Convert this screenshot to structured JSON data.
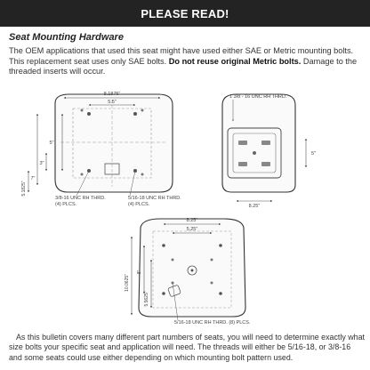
{
  "header": {
    "title": "PLEASE READ!"
  },
  "section": {
    "heading": "Seat Mounting Hardware"
  },
  "intro": {
    "part1": "The OEM applications that used this seat might have used either SAE or Metric mounting bolts. This replacement seat uses only SAE bolts. ",
    "bold": "Do not reuse original Metric bolts.",
    "part2": "  Damage to the threaded inserts will occur."
  },
  "diagram1": {
    "dim_top": "8.1875\"",
    "dim_mid": "5.5\"",
    "dim_left": "5\"",
    "dim_side1": "3\"",
    "dim_side2": "7\"",
    "dim_side3": "5.1825\"",
    "callout_left": "3/8-16 UNC RH THRD.",
    "callout_left_plcs": "(4) PLCS.",
    "callout_right": "5/16-18 UNC RH THRD.",
    "callout_right_plcs": "(4) PLCS."
  },
  "diagram2": {
    "callout": "1 3/8 - 16 UNC RH THRD.",
    "dim_right": "5\"",
    "dim_bottom": "8.25\""
  },
  "diagram3": {
    "dim_top": "8.25\"",
    "dim_mid": "5.25\"",
    "dim_left1": "10.0625\"",
    "dim_left2": "8\"",
    "dim_left3": "5.5625\"",
    "callout": "5/16-18 UNC RH THRD. (8) PLCS."
  },
  "footer": {
    "text": "As this bulletin covers many different part numbers of seats, you will need to determine exactly what size bolts your specific seat and application will need. The threads will either be 5/16-18, or 3/8-16 and some seats could use either depending on which mounting bolt pattern used."
  }
}
